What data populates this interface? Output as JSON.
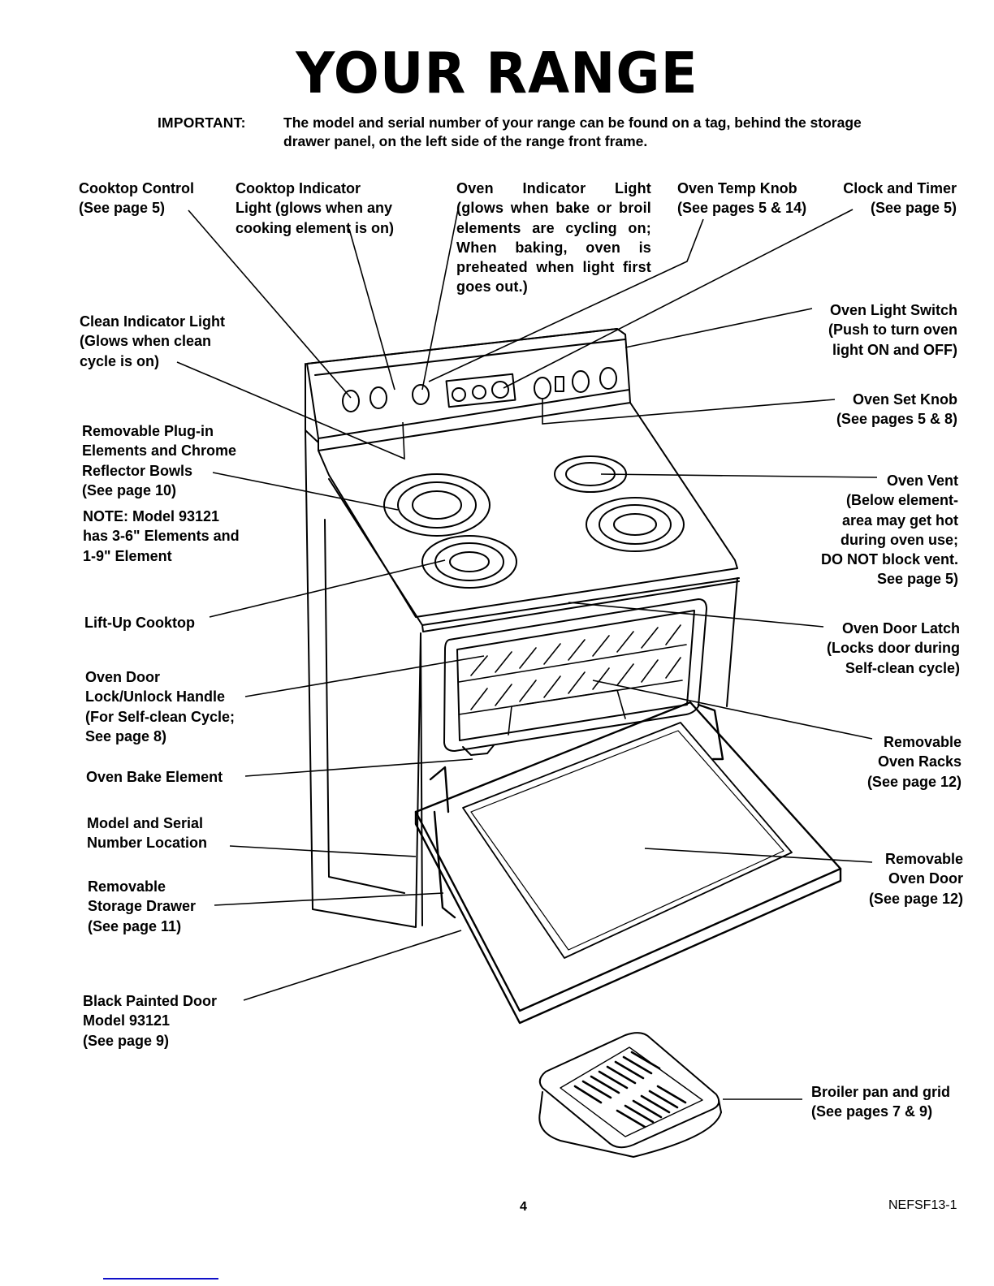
{
  "page": {
    "title": "YOUR RANGE",
    "important_label": "IMPORTANT:",
    "important_text": "The model and serial number of your range can be found on a tag, behind the storage drawer panel, on the left side of the range front frame.",
    "page_number": "4",
    "document_code": "NEFSF13-1"
  },
  "callouts": {
    "cooktop_control": "Cooktop Control\n(See page 5)",
    "cooktop_indicator": "Cooktop Indicator\nLight (glows when any\ncooking element is on)",
    "oven_indicator": "Oven Indicator Light (glows when bake or broil elements are cycling on; When baking, oven is preheated when light first goes out.)",
    "oven_temp_knob": "Oven Temp Knob\n(See pages 5 & 14)",
    "clock_timer": "Clock and Timer\n(See page 5)",
    "clean_indicator": "Clean Indicator Light\n(Glows when clean\ncycle is on)",
    "oven_light_switch": "Oven Light Switch\n(Push to turn oven\nlight ON and OFF)",
    "oven_set_knob": "Oven Set Knob\n(See pages 5 & 8)",
    "plug_in_elements": "Removable Plug-in\nElements and Chrome\nReflector Bowls\n(See page 10)",
    "note_model": "NOTE:  Model 93121\nhas 3-6\" Elements and\n1-9\" Element",
    "oven_vent": "Oven Vent\n(Below element-\narea may get hot\nduring oven use;\nDO NOT block vent.\nSee page 5)",
    "lift_up_cooktop": "Lift-Up Cooktop",
    "oven_door_latch": "Oven Door Latch\n(Locks door during\nSelf-clean cycle)",
    "lock_handle": "Oven Door\nLock/Unlock Handle\n(For Self-clean Cycle;\nSee page 8)",
    "oven_racks": "Removable\nOven Racks\n(See page 12)",
    "bake_element": "Oven Bake Element",
    "model_serial": "Model and Serial\nNumber Location",
    "oven_door": "Removable\nOven Door\n(See page 12)",
    "storage_drawer": "Removable\nStorage Drawer\n(See page 11)",
    "black_door": "Black Painted Door\nModel 93121\n(See page 9)",
    "broiler_pan": "Broiler pan and grid\n(See pages 7 & 9)"
  }
}
